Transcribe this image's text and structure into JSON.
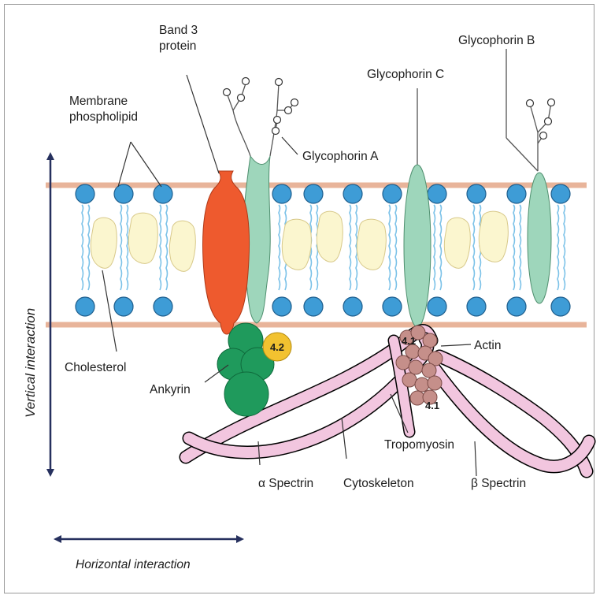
{
  "labels": {
    "band3_line1": "Band 3",
    "band3_line2": "protein",
    "membrane_line1": "Membrane",
    "membrane_line2": "phospholipid",
    "glycophorin_a": "Glycophorin A",
    "glycophorin_b": "Glycophorin B",
    "glycophorin_c": "Glycophorin C",
    "cholesterol": "Cholesterol",
    "ankyrin": "Ankyrin",
    "protein_42": "4.2",
    "protein_41_top": "4.1",
    "protein_41_bottom": "4.1",
    "actin": "Actin",
    "tropomyosin": "Tropomyosin",
    "alpha_spectrin": "α Spectrin",
    "cytoskeleton": "Cytoskeleton",
    "beta_spectrin": "β Spectrin",
    "vertical_interaction": "Vertical interaction",
    "horizontal_interaction": "Horizontal interaction"
  },
  "colors": {
    "membrane_line": "#e8b49a",
    "phospholipid_head": "#3e9cd6",
    "cholesterol": "#fbf6cf",
    "band3": "#ee5a2e",
    "glycophorin": "#9ed6bb",
    "ankyrin": "#1f9a5c",
    "protein_42": "#f2c230",
    "actin": "#c58f8a",
    "spectrin": "#f2c6df",
    "arrow": "#26305e"
  }
}
